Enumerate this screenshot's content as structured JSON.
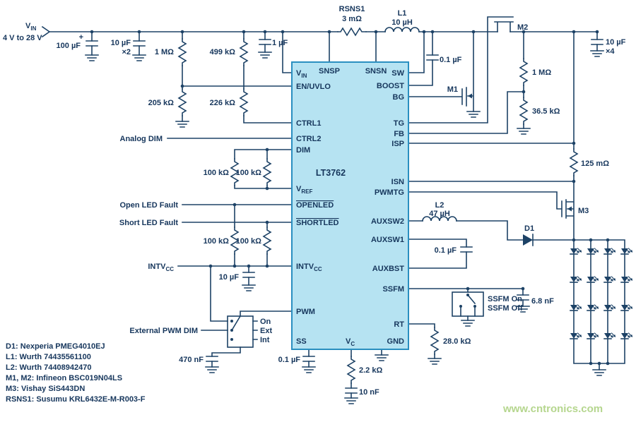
{
  "ic": {
    "part": "LT3762",
    "pins_left": [
      {
        "base": "V",
        "sub": "IN"
      },
      {
        "label": "EN/UVLO"
      },
      {
        "label": "CTRL1"
      },
      {
        "label": "CTRL2"
      },
      {
        "label": "DIM"
      },
      {
        "base": "V",
        "sub": "REF"
      },
      {
        "label": "OPENLED"
      },
      {
        "label": "SHORTLED"
      },
      {
        "base": "INTV",
        "sub": "CC"
      },
      {
        "label": "PWM"
      },
      {
        "label": "SS"
      }
    ],
    "pins_top": [
      "SNSP",
      "SNSN"
    ],
    "pins_right": [
      "SW",
      "BOOST",
      "BG",
      "TG",
      "FB",
      "ISP",
      "ISN",
      "PWMTG",
      "AUXSW2",
      "AUXSW1",
      "AUXBST",
      "SSFM",
      "RT",
      "GND"
    ],
    "pin_bottom": {
      "base": "V",
      "sub": "C"
    }
  },
  "signals": {
    "vin": {
      "base": "V",
      "sub": "IN"
    },
    "vin_range": "4 V to 28 V",
    "analog_dim": "Analog DIM",
    "open_led_fault": "Open LED Fault",
    "short_led_fault": "Short LED Fault",
    "intvcc": {
      "base": "INTV",
      "sub": "CC"
    },
    "external_pwm_dim": "External PWM DIM",
    "pwm_on": "On",
    "pwm_ext": "Ext",
    "pwm_int": "Int",
    "ssfm_on": "SSFM On",
    "ssfm_off": "SSFM Off"
  },
  "components": {
    "c_in_bulk": "100 µF",
    "c_in_bulk_polarity": "+",
    "c_in_cer": "10 µF",
    "c_in_cer_qty": "×2",
    "r_uvlo_top": "1 MΩ",
    "r_uvlo_bottom": "205 kΩ",
    "r_ctrl_top": "499 kΩ",
    "r_ctrl_bottom": "226 kΩ",
    "c_vin": "1 µF",
    "rsns1_ref": "RSNS1",
    "rsns1_value": "3 mΩ",
    "l1_ref": "L1",
    "l1_value": "10 µH",
    "m2_ref": "M2",
    "c_boost": "0.1 µF",
    "m1_ref": "M1",
    "r_fb_top": "1 MΩ",
    "r_fb_bottom": "36.5 kΩ",
    "c_out": "10 µF",
    "c_out_qty": "×4",
    "r_led_sense": "125 mΩ",
    "m3_ref": "M3",
    "d1_ref": "D1",
    "l2_ref": "L2",
    "l2_value": "47 µH",
    "c_auxbst": "0.1 µF",
    "r_dim_1": "100 kΩ",
    "r_dim_2": "100 kΩ",
    "r_fault_1": "100 kΩ",
    "r_fault_2": "100 kΩ",
    "c_intvcc": "10 µF",
    "c_ssfm": "6.8 nF",
    "r_rt": "28.0 kΩ",
    "c_pwm_int": "470 nF",
    "c_ss": "0.1 µF",
    "r_vc": "2.2 kΩ",
    "c_vc": "10 nF"
  },
  "notes": [
    "D1: Nexperia PMEG4010EJ",
    "L1: Wurth 74435561100",
    "L2: Wurth 74408942470",
    "M1, M2: Infineon BSC019N04LS",
    "M3: Vishay SiS443DN",
    "RSNS1: Susumu KRL6432E-M-R003-F"
  ],
  "watermark": "www.cntronics.com"
}
